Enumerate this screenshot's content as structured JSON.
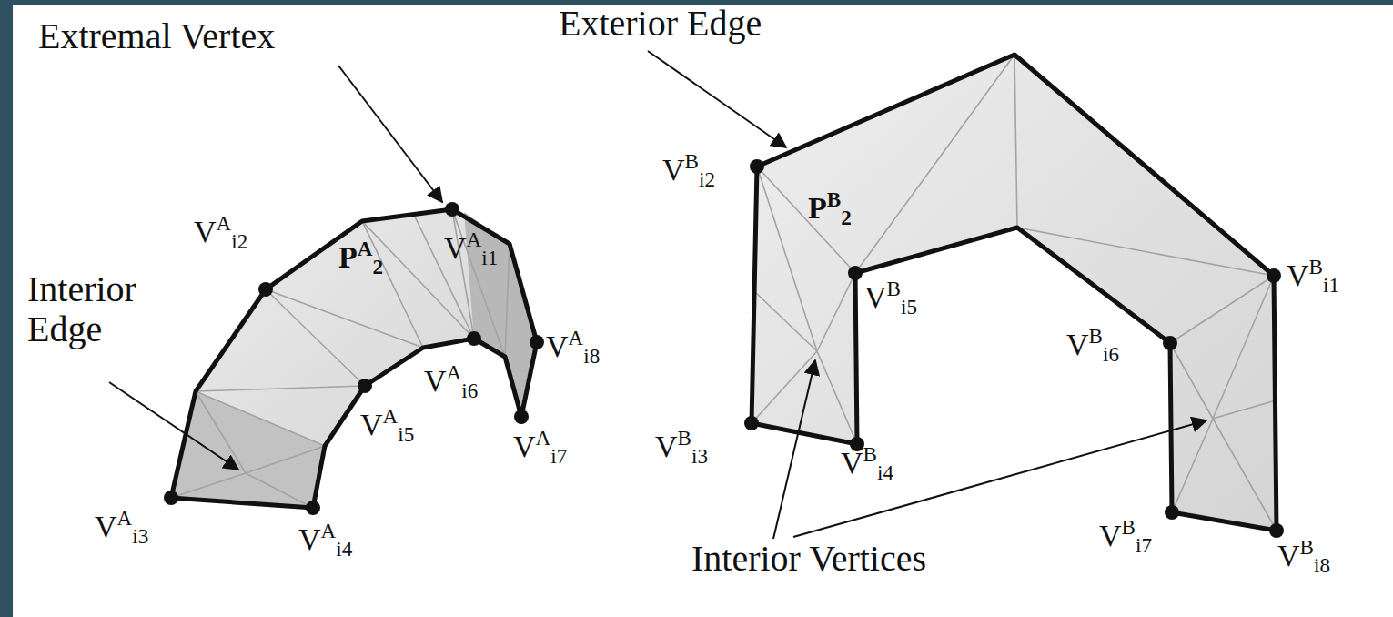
{
  "diagram": {
    "labels": [
      "Extremal Vertex",
      "Exterior Edge",
      "V",
      "A",
      "i1",
      "V",
      "A",
      "i2",
      "P",
      "A",
      "2",
      "Interior Edge",
      "V",
      "B",
      "i2",
      "P",
      "B",
      "2",
      "V",
      "B",
      "i1",
      "V",
      "B",
      "i5",
      "V",
      "A",
      "i8",
      "V",
      "A",
      "i6",
      "V",
      "B",
      "i6",
      "V",
      "A",
      "i5",
      "V",
      "A",
      "i7",
      "V",
      "B",
      "i3",
      "V",
      "B",
      "i4",
      "V",
      "A",
      "i3",
      "V",
      "A",
      "i4",
      "Interior Vertices",
      "V",
      "B",
      "i7",
      "V",
      "B",
      "i8"
    ]
  }
}
